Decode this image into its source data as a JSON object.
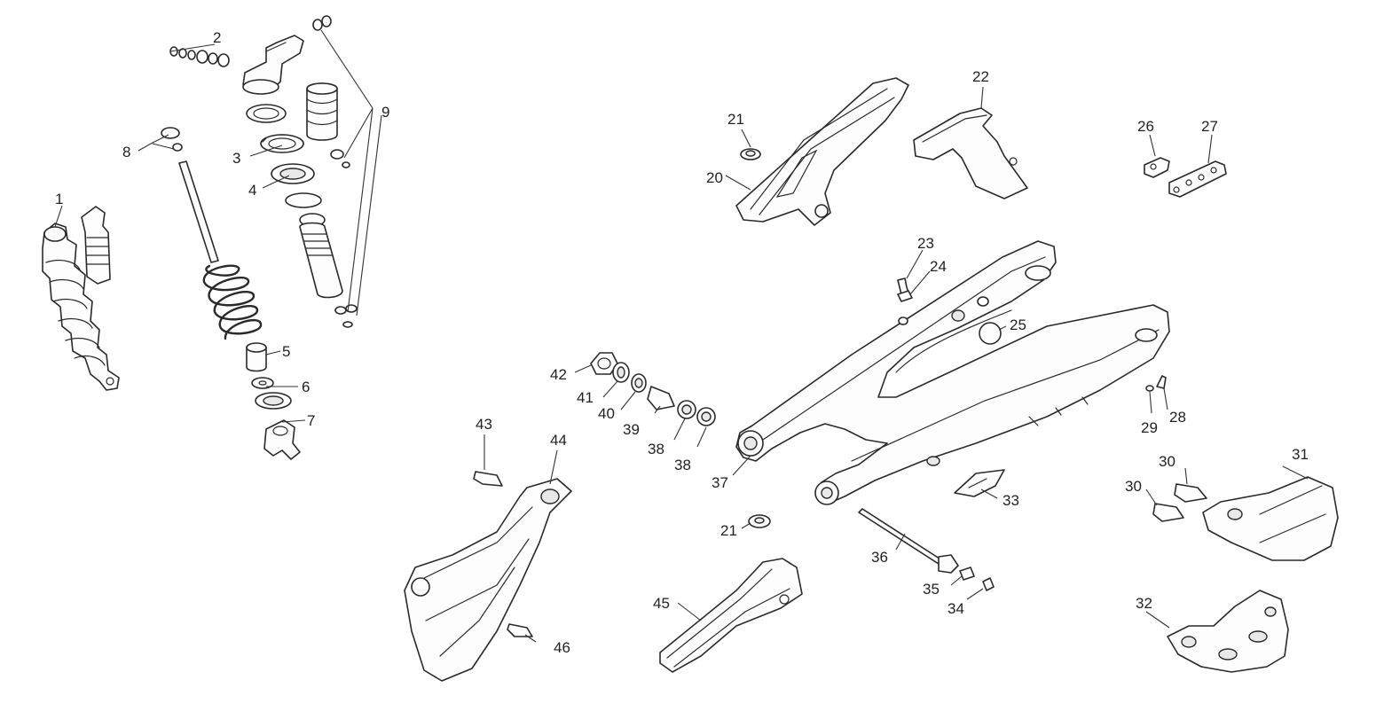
{
  "diagram": {
    "callouts": [
      {
        "id": "c1",
        "label": "1"
      },
      {
        "id": "c2",
        "label": "2"
      },
      {
        "id": "c3",
        "label": "3"
      },
      {
        "id": "c4",
        "label": "4"
      },
      {
        "id": "c5",
        "label": "5"
      },
      {
        "id": "c6",
        "label": "6"
      },
      {
        "id": "c7",
        "label": "7"
      },
      {
        "id": "c8",
        "label": "8"
      },
      {
        "id": "c9",
        "label": "9"
      },
      {
        "id": "c20",
        "label": "20"
      },
      {
        "id": "c21a",
        "label": "21"
      },
      {
        "id": "c21b",
        "label": "21"
      },
      {
        "id": "c22",
        "label": "22"
      },
      {
        "id": "c23",
        "label": "23"
      },
      {
        "id": "c24",
        "label": "24"
      },
      {
        "id": "c25",
        "label": "25"
      },
      {
        "id": "c26",
        "label": "26"
      },
      {
        "id": "c27",
        "label": "27"
      },
      {
        "id": "c28",
        "label": "28"
      },
      {
        "id": "c29",
        "label": "29"
      },
      {
        "id": "c30a",
        "label": "30"
      },
      {
        "id": "c30b",
        "label": "30"
      },
      {
        "id": "c31",
        "label": "31"
      },
      {
        "id": "c32",
        "label": "32"
      },
      {
        "id": "c33",
        "label": "33"
      },
      {
        "id": "c34",
        "label": "34"
      },
      {
        "id": "c35",
        "label": "35"
      },
      {
        "id": "c36",
        "label": "36"
      },
      {
        "id": "c37",
        "label": "37"
      },
      {
        "id": "c38a",
        "label": "38"
      },
      {
        "id": "c38b",
        "label": "38"
      },
      {
        "id": "c39",
        "label": "39"
      },
      {
        "id": "c40",
        "label": "40"
      },
      {
        "id": "c41",
        "label": "41"
      },
      {
        "id": "c42",
        "label": "42"
      },
      {
        "id": "c43",
        "label": "43"
      },
      {
        "id": "c44",
        "label": "44"
      },
      {
        "id": "c45",
        "label": "45"
      },
      {
        "id": "c46",
        "label": "46"
      }
    ],
    "colors": {
      "line": "#2a2a2a",
      "background": "#ffffff",
      "shade": "#e9e9e9"
    }
  }
}
